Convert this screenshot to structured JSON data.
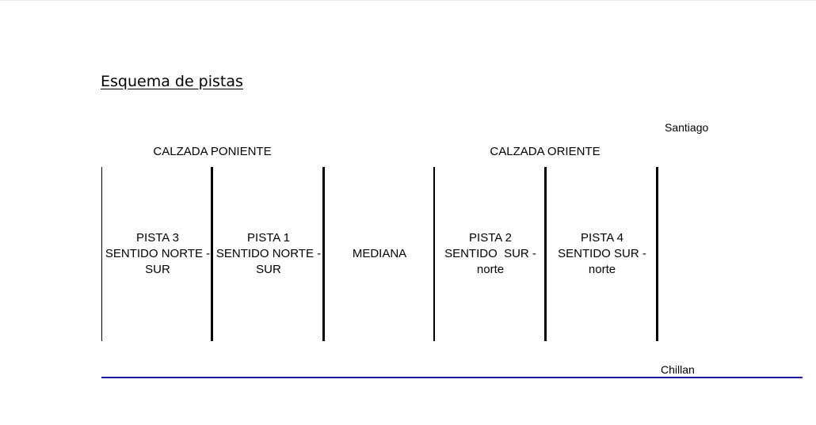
{
  "heading": "Esquema de pistas",
  "cities": {
    "north": "Santiago",
    "south": "Chillan"
  },
  "roadways": {
    "west": "CALZADA PONIENTE",
    "east": "CALZADA ORIENTE"
  },
  "lanes": [
    {
      "title": "PISTA 3",
      "line2": "SENTIDO NORTE -",
      "line3": "SUR"
    },
    {
      "title": "PISTA 1",
      "line2": "SENTIDO NORTE -",
      "line3": "SUR"
    },
    {
      "title": "MEDIANA",
      "line2": "",
      "line3": ""
    },
    {
      "title": "PISTA 2",
      "line2": "SENTIDO  SUR -",
      "line3": "norte"
    },
    {
      "title": "PISTA 4",
      "line2": "SENTIDO SUR -",
      "line3": "norte"
    }
  ],
  "colors": {
    "baseline": "#1a1aa6"
  }
}
